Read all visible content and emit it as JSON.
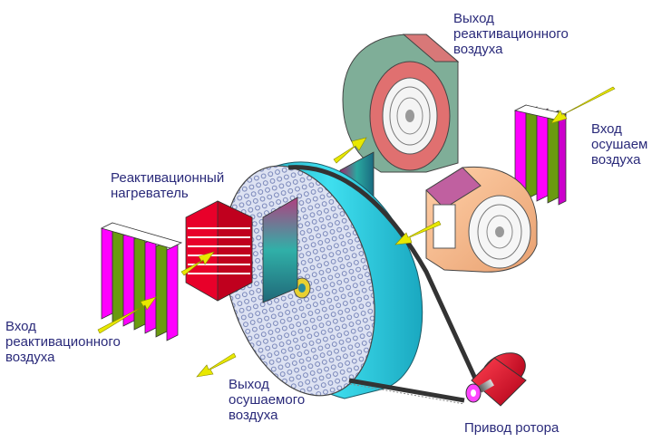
{
  "labels": {
    "reactivation_out": [
      "Выход",
      "реактивационного",
      "воздуха"
    ],
    "process_in": [
      "Вход",
      "осушаем",
      "воздуха"
    ],
    "heater": [
      "Реактивационный",
      "нагреватель"
    ],
    "reactivation_in": [
      "Вход",
      "реактивационного",
      "воздуха"
    ],
    "process_out": [
      "Выход",
      "осушаемого",
      "воздуха"
    ],
    "rotor_drive": [
      "Привод ротора"
    ]
  },
  "colors": {
    "label_text": "#2a2a7a",
    "arrow": "#e8e800",
    "heater": "#e8002a",
    "rotor_rim": "#35d8e8",
    "rotor_face": "#dce0f0",
    "fan_green": "#7fb09a",
    "fan_orange": "#f0b080",
    "filter_magenta": "#ff00ff",
    "filter_green": "#6a9a10",
    "motor": "#e8002a"
  }
}
